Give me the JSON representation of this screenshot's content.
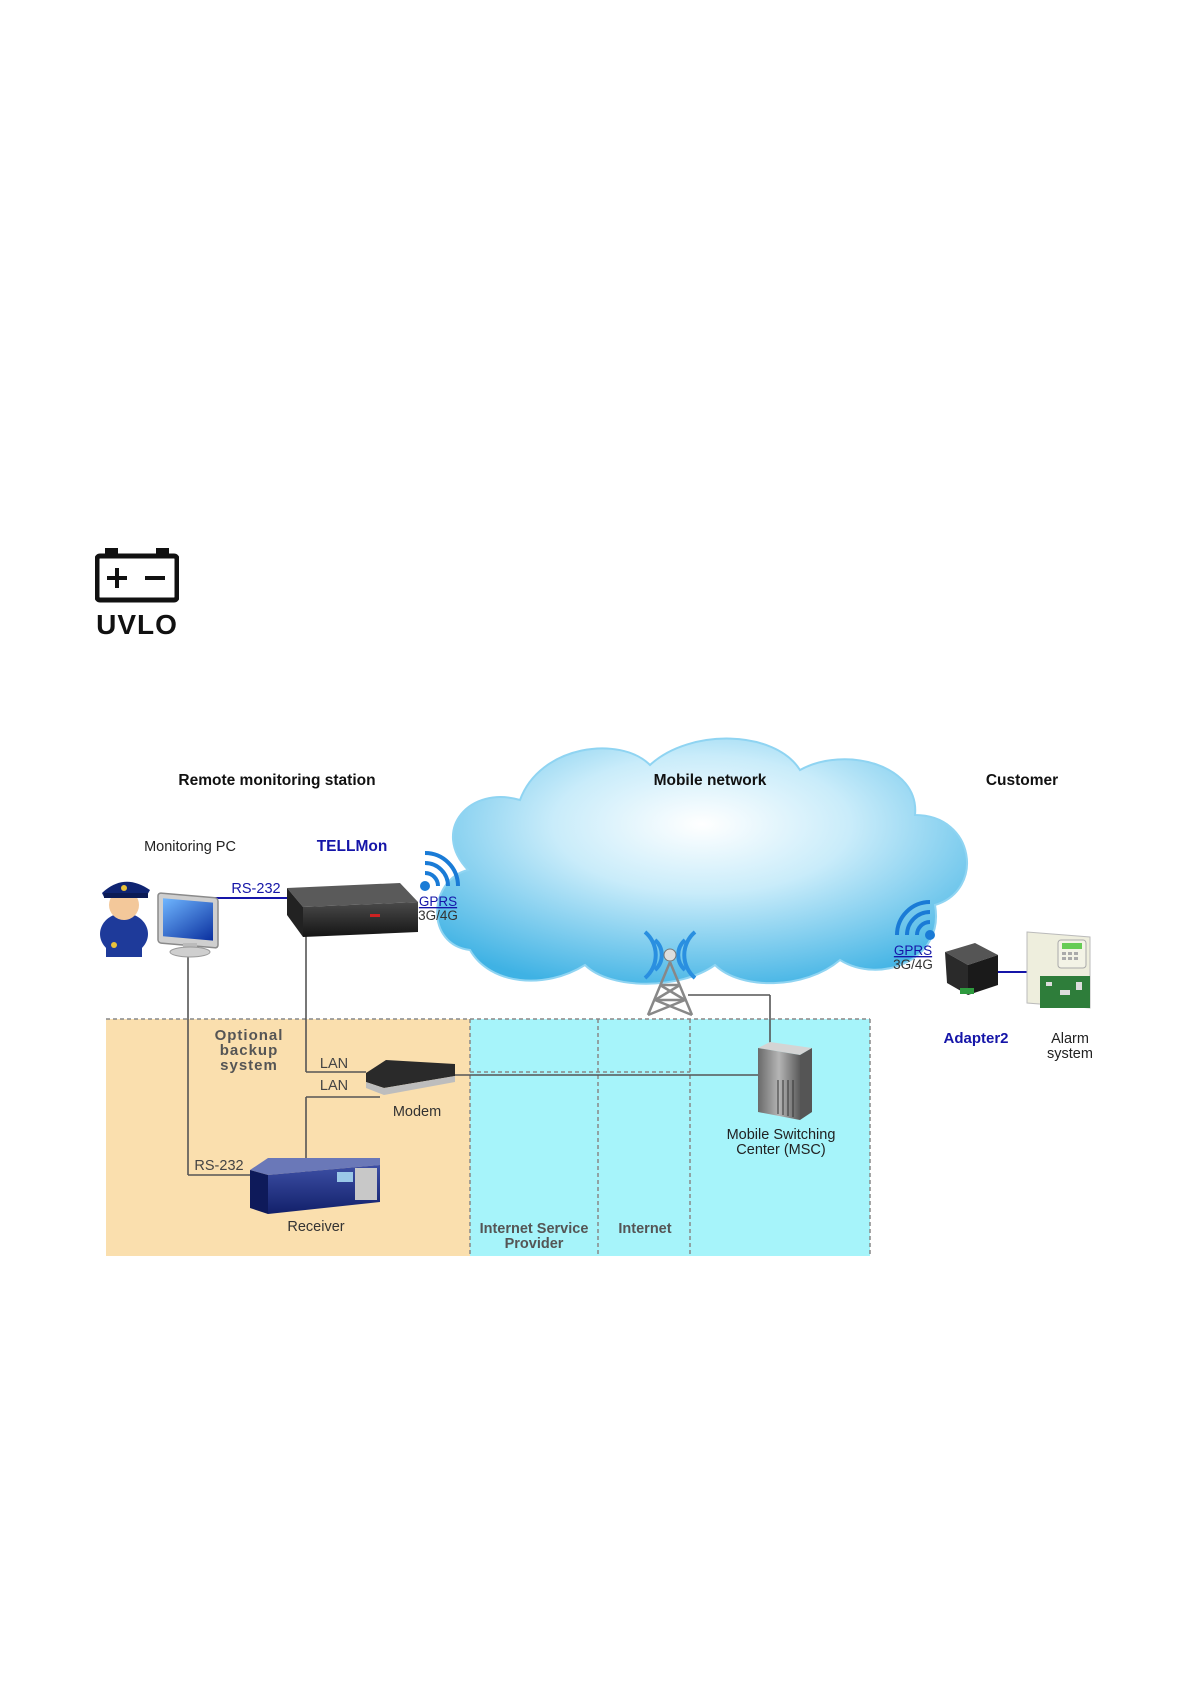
{
  "uvlo": {
    "label": "UVLO",
    "icon": "battery-icon"
  },
  "diagram": {
    "sections": {
      "remote": "Remote monitoring station",
      "mobile": "Mobile network",
      "customer": "Customer"
    },
    "devices": {
      "monitoring_pc": "Monitoring PC",
      "tellmon": "TELLMon",
      "modem": "Modem",
      "receiver": "Receiver",
      "msc_line1": "Mobile Switching",
      "msc_line2": "Center (MSC)",
      "adapter": "Adapter2",
      "alarm_line1": "Alarm",
      "alarm_line2": "system"
    },
    "links": {
      "rs232_top": "RS-232",
      "rs232_bottom": "RS-232",
      "lan_top": "LAN",
      "lan_bottom": "LAN"
    },
    "gprs": {
      "label": "GPRS",
      "sub": "3G/4G"
    },
    "zones": {
      "optional_line1": "Optional",
      "optional_line2": "backup",
      "optional_line3": "system",
      "isp_line1": "Internet Service",
      "isp_line2": "Provider",
      "internet": "Internet"
    },
    "colors": {
      "orange_zone": "#fadfae",
      "cyan_zone": "#a6f4fa",
      "cloud": "#5bc3eb",
      "brand_blue": "#1515a8"
    }
  }
}
